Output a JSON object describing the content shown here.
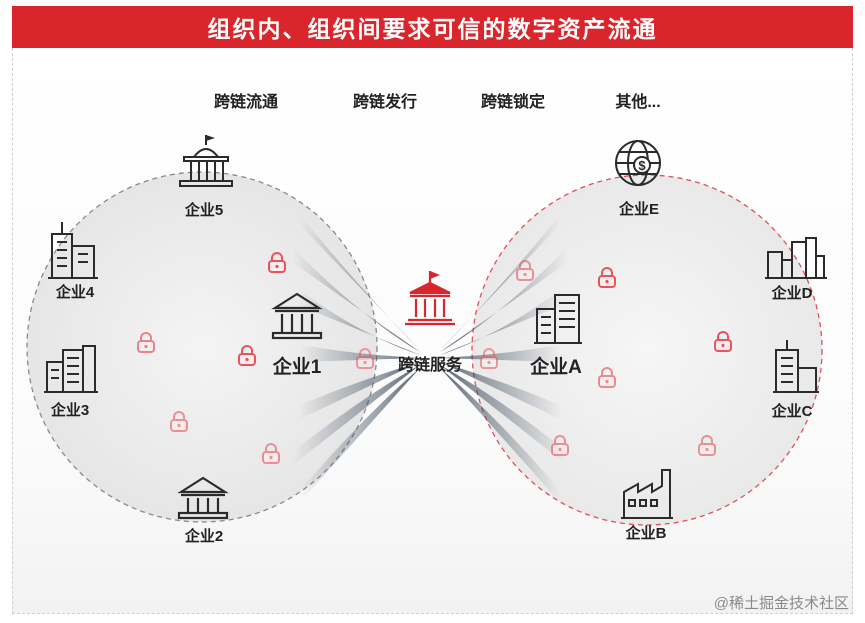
{
  "title": "组织内、组织间要求可信的数字资产流通",
  "features": [
    "跨链流通",
    "跨链发行",
    "跨链锁定",
    "其他..."
  ],
  "left_org": {
    "enterprise_5": "企业5",
    "enterprise_4": "企业4",
    "enterprise_1": "企业1",
    "enterprise_3": "企业3",
    "enterprise_2": "企业2"
  },
  "right_org": {
    "enterprise_e": "企业E",
    "enterprise_d": "企业D",
    "enterprise_a": "企业A",
    "enterprise_c": "企业C",
    "enterprise_b": "企业B"
  },
  "center": {
    "label": "跨链服务"
  },
  "watermark": "@稀土掘金技术社区",
  "colors": {
    "accent": "#d9262d",
    "dark": "#2b2b2b",
    "lock": "#e8545c"
  }
}
